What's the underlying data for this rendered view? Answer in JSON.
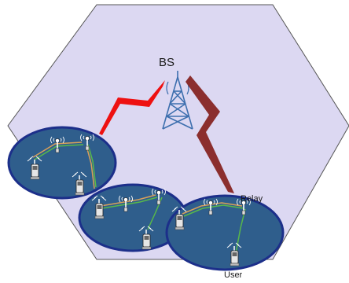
{
  "labels": {
    "base_station": "BS",
    "relay": "Relay",
    "user": "User"
  },
  "colors": {
    "cell_fill": "#dcd8f2",
    "cell_stroke": "#555555",
    "cluster_fill": "#2f5e8c",
    "cluster_stroke": "#1c2f8a",
    "tower": "#3d6fae",
    "link_red": "#ee1111",
    "link_brown": "#8b2e2e",
    "local_link_green": "#58b84a",
    "local_link_orange": "#d8a05a"
  },
  "icons": [
    "base-station-tower-icon",
    "relay-antenna-icon",
    "mobile-phone-icon",
    "lightning-link-icon"
  ]
}
